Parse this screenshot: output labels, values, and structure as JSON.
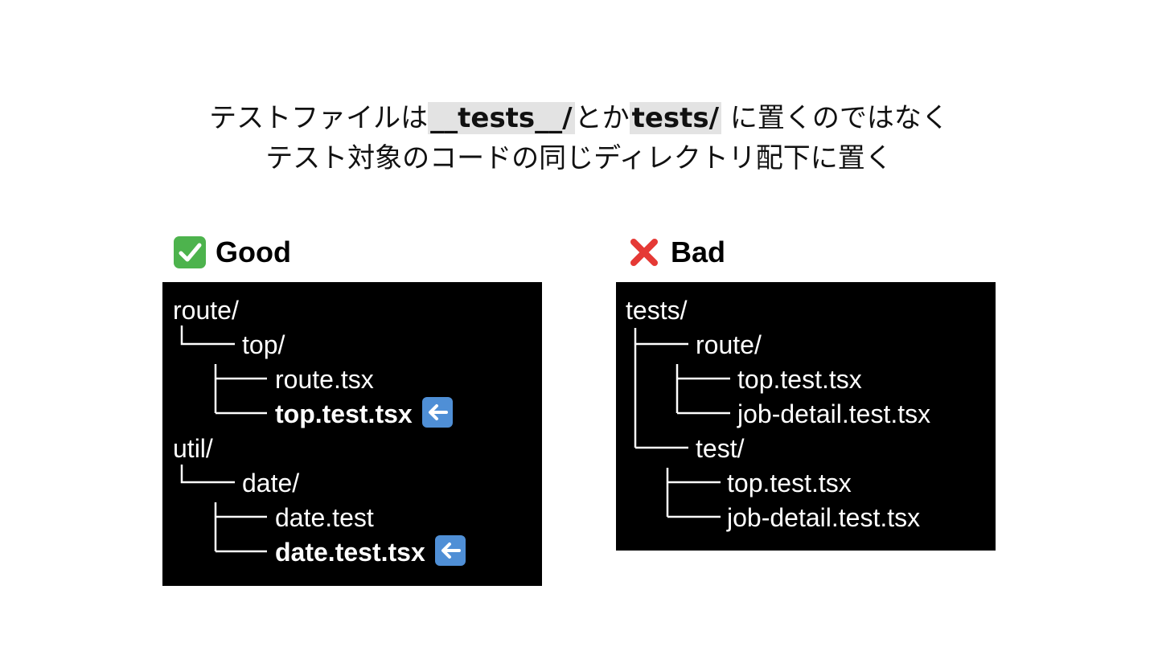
{
  "headline": {
    "line1_a": "テストファイルは",
    "line1_code1": "__tests__/",
    "line1_b": "とか",
    "line1_code2": "tests/",
    "line1_c": " に置くのではなく",
    "line2": "テスト対象のコードの同じディレクトリ配下に置く"
  },
  "good": {
    "icon": "check-mark-icon",
    "title": "Good",
    "lines": [
      "route/",
      "top/",
      "route.tsx",
      "top.test.tsx",
      "util/",
      "date/",
      "date.test",
      "date.test.tsx"
    ],
    "highlight_icon": "left-arrow-icon"
  },
  "bad": {
    "icon": "cross-mark-icon",
    "title": "Bad",
    "lines": [
      "tests/",
      "route/",
      "top.test.tsx",
      "job-detail.test.tsx",
      "test/",
      "top.test.tsx",
      "job-detail.test.tsx"
    ]
  },
  "colors": {
    "panel_background": "#000000",
    "panel_text": "#ffffff",
    "code_highlight": "#e3e3e3",
    "check_green": "#4db34d",
    "cross_red": "#e53935",
    "arrow_blue": "#4f8fd6"
  }
}
